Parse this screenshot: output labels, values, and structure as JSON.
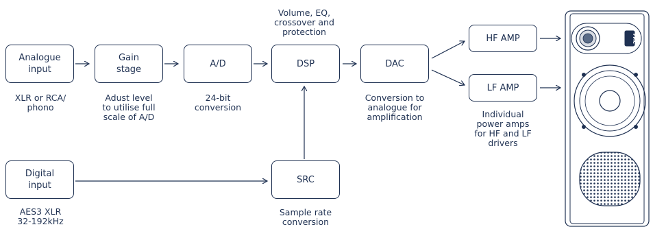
{
  "nodes": {
    "analogue_input": {
      "label": "Analogue\ninput",
      "caption": "XLR or RCA/\nphono"
    },
    "gain_stage": {
      "label": "Gain\nstage",
      "caption": "Adust level\nto utilise full\nscale of A/D"
    },
    "ad": {
      "label": "A/D",
      "caption": "24-bit\nconversion"
    },
    "dsp": {
      "label": "DSP",
      "caption": "Volume, EQ,\ncrossover and\nprotection"
    },
    "dac": {
      "label": "DAC",
      "caption": "Conversion to\nanalogue for\namplification"
    },
    "hf_amp": {
      "label": "HF AMP"
    },
    "lf_amp": {
      "label": "LF AMP",
      "caption": "Individual\npower amps\nfor HF and LF\ndrivers"
    },
    "digital_input": {
      "label": "Digital\ninput",
      "caption": "AES3 XLR\n32-192kHz"
    },
    "src": {
      "label": "SRC",
      "caption": "Sample rate\nconversion"
    }
  },
  "speaker": {
    "badge": "PMC"
  }
}
